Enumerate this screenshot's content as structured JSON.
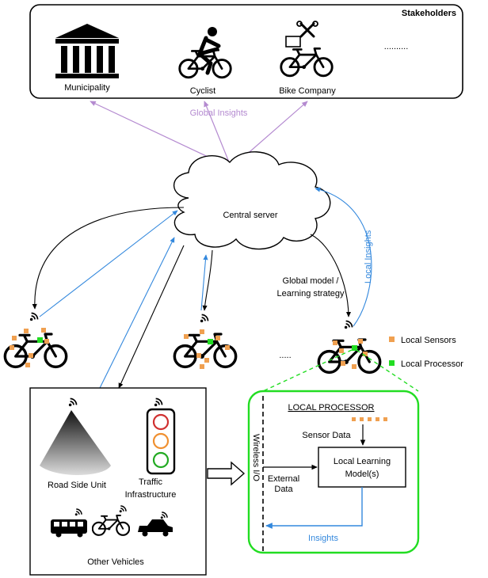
{
  "stakeholders": {
    "title": "Stakeholders",
    "items": [
      "Municipality",
      "Cyclist",
      "Bike Company"
    ],
    "more": ".........."
  },
  "central_server": "Central server",
  "arrows": {
    "global_insights": "Global Insights",
    "local_insights": "Local Insights",
    "global_model_line1": "Global model /",
    "global_model_line2": "Learning strategy"
  },
  "bikes_more": ".....",
  "legend": {
    "sensors": "Local Sensors",
    "processor": "Local Processor"
  },
  "infrastructure": {
    "rsu": "Road Side Unit",
    "traffic_line1": "Traffic",
    "traffic_line2": "Infrastructure",
    "other_vehicles": "Other Vehicles"
  },
  "local_processor": {
    "title": "LOCAL PROCESSOR",
    "wireless": "Wireless I/O",
    "sensor_data": "Sensor Data",
    "external_line1": "External",
    "external_line2": "Data",
    "model_line1": "Local Learning",
    "model_line2": "Model(s)",
    "insights": "Insights"
  },
  "colors": {
    "sensor": "#f0a050",
    "processor": "#22dd22",
    "blue_arrow": "#3388dd",
    "purple_arrow": "#b48ad0",
    "green_frame": "#22dd22",
    "light_red": "#d03030",
    "light_amber": "#f09030",
    "light_green": "#22aa22"
  },
  "icons": [
    "bank-icon",
    "cyclist-icon",
    "bike-tools-icon",
    "bicycle-icon",
    "wifi-icon",
    "rsu-cone-icon",
    "traffic-light-icon",
    "bus-icon",
    "car-icon"
  ]
}
